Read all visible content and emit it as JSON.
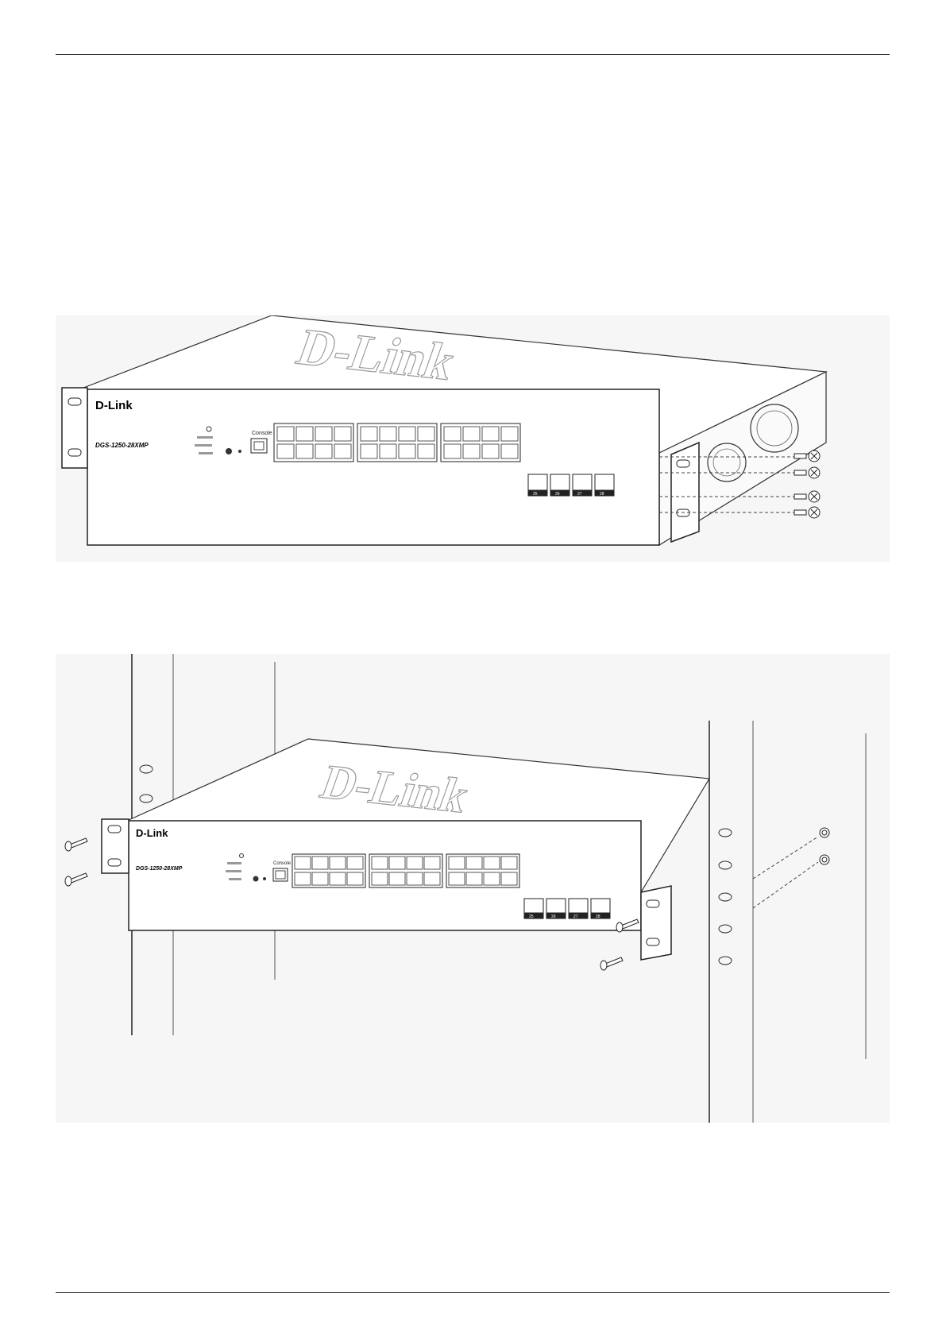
{
  "figure_1": {
    "brand": "D-Link",
    "watermark": "D-Link",
    "model": "DGS-1250-28XMP",
    "console_label": "Console",
    "sfp_port_numbers": [
      "25",
      "26",
      "27",
      "28"
    ],
    "screw_count": 4
  },
  "figure_2": {
    "brand": "D-Link",
    "watermark": "D-Link",
    "model": "DGS-1250-28XMP",
    "console_label": "Console",
    "sfp_port_numbers": [
      "25",
      "26",
      "27",
      "28"
    ],
    "screw_count": 4
  }
}
